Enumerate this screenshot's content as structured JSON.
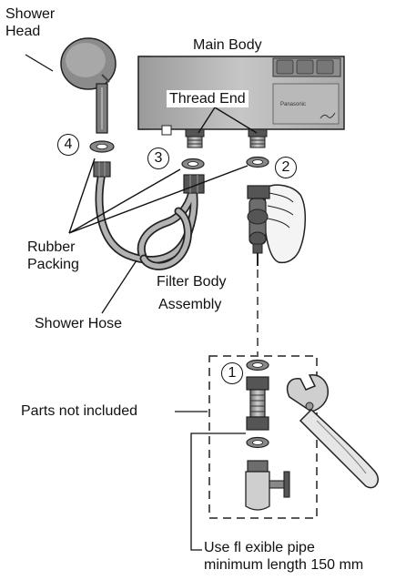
{
  "labels": {
    "shower_head_line1": "Shower",
    "shower_head_line2": "Head",
    "main_body": "Main Body",
    "thread_end": "Thread End",
    "rubber_packing_line1": "Rubber",
    "rubber_packing_line2": "Packing",
    "filter_body_line1": "Filter Body",
    "filter_body_line2": "Assembly",
    "shower_hose": "Shower Hose",
    "parts_not_included": "Parts not included",
    "pipe_note_line1": "Use fl exible pipe",
    "pipe_note_line2": "minimum length 150 mm",
    "panel_text": "Panasonic"
  },
  "steps": [
    "1",
    "2",
    "3",
    "4"
  ]
}
